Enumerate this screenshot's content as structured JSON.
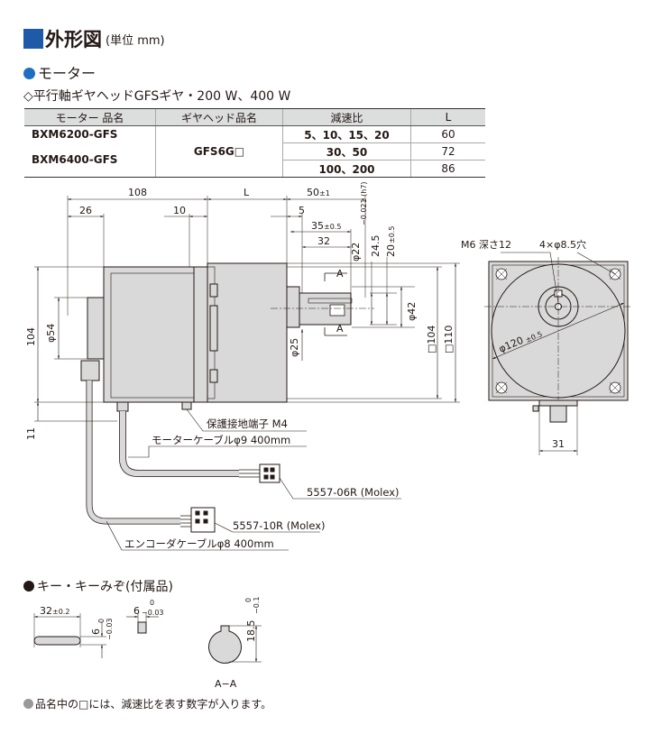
{
  "title": {
    "main": "外形図",
    "unit": "(単位 mm)"
  },
  "motor_heading": "モーター",
  "subheading": "◇平行軸ギヤヘッドGFSギヤ・200 W、400 W",
  "spec_table": {
    "headers": [
      "モーター 品名",
      "ギヤヘッド品名",
      "減速比",
      "L"
    ],
    "models": [
      "BXM6200-GFS",
      "BXM6400-GFS"
    ],
    "gearhead": "GFS6G□",
    "rows": [
      {
        "ratio": "5、10、15、20",
        "L": "60"
      },
      {
        "ratio": "30、50",
        "L": "72"
      },
      {
        "ratio": "100、200",
        "L": "86"
      }
    ]
  },
  "dimensions": {
    "d108": "108",
    "dL": "L",
    "d50": "50",
    "d50_tol": "±1",
    "d26": "26",
    "d10": "10",
    "d5": "5",
    "d35": "35",
    "d35_tol": "±0.5",
    "d32": "32",
    "d22": "φ22",
    "d22_tol": "−0.021 (h7)",
    "d24_5": "24.5",
    "d20": "20",
    "d20_tol": "±0.5",
    "section_mark": "A",
    "d104_left": "104",
    "d54": "φ54",
    "d42": "φ42",
    "d25": "φ25",
    "sq104": "□104",
    "sq110": "□110",
    "d11": "11",
    "m6": "M6 深さ12",
    "holes": "4×φ8.5穴",
    "d120": "φ120",
    "d120_tol": "±0.5",
    "d31": "31"
  },
  "labels": {
    "ground": "保護接地端子 M4",
    "motor_cable": "モーターケーブルφ9 400mm",
    "conn1": "5557-06R (Molex)",
    "conn2": "5557-10R (Molex)",
    "encoder_cable": "エンコーダケーブルφ8 400mm"
  },
  "key_heading": "キー・キーみぞ(付属品)",
  "key_dims": {
    "k32": "32",
    "k32_tol": "±0.2",
    "k6": "6",
    "k6_tol": "−0.03",
    "k6b": "6",
    "k6b_tol": "−0.03",
    "k18_5": "18.5",
    "k18_5_tol": "−0.1",
    "zero": "0",
    "section": "A−A"
  },
  "footnote": "品名中の□には、減速比を表す数字が入ります。",
  "colors": {
    "accent": "#1e5aa8",
    "motor_fill": "#d9d9d9",
    "header_fill": "#dcdddd"
  }
}
